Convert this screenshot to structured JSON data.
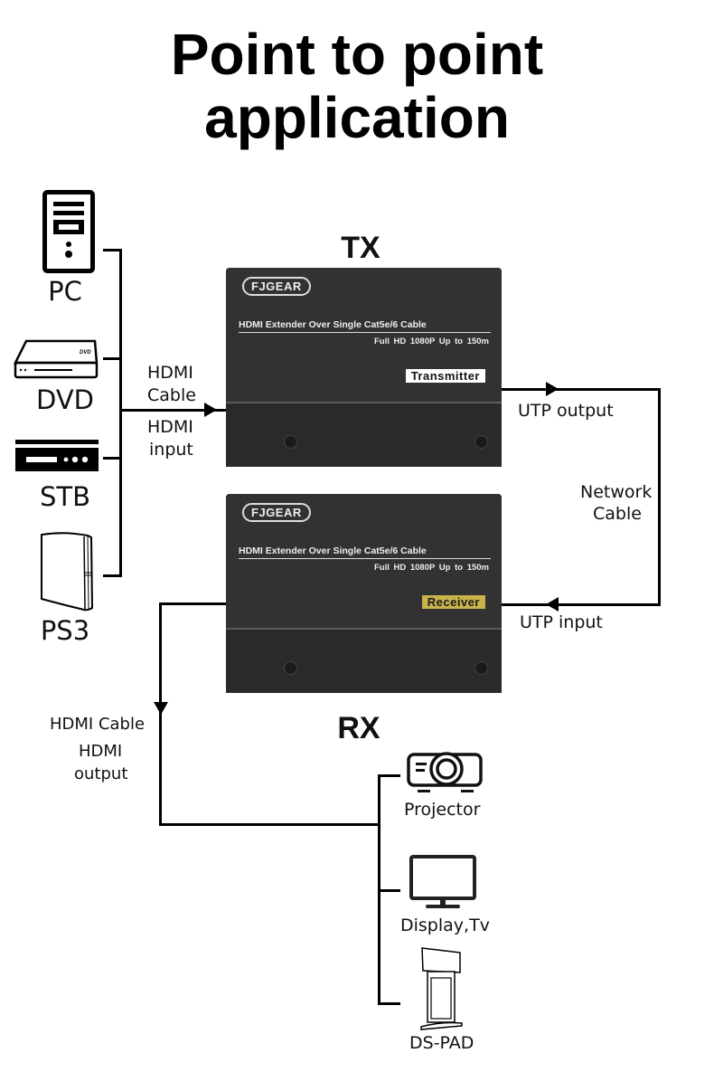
{
  "title": {
    "line1": "Point to point",
    "line2": "application"
  },
  "sections": {
    "tx": "TX",
    "rx": "RX"
  },
  "sources": [
    {
      "label": "PC",
      "icon": "pc-tower-icon"
    },
    {
      "label": "DVD",
      "icon": "dvd-player-icon"
    },
    {
      "label": "STB",
      "icon": "set-top-box-icon"
    },
    {
      "label": "PS3",
      "icon": "ps3-console-icon"
    }
  ],
  "displays": [
    {
      "label": "Projector",
      "icon": "projector-icon"
    },
    {
      "label": "Display,Tv",
      "icon": "monitor-icon"
    },
    {
      "label": "DS-PAD",
      "icon": "kiosk-stand-icon"
    }
  ],
  "transmitter": {
    "brand": "FJGEAR",
    "description": "HDMI  Extender  Over Single Cat5e/6 Cable",
    "spec": "Full HD 1080P    Up to 150m",
    "badge": "Transmitter",
    "badge_bg": "#ffffff",
    "badge_fg": "#111111"
  },
  "receiver": {
    "brand": "FJGEAR",
    "description": "HDMI  Extender  Over Single Cat5e/6 Cable",
    "spec": "Full HD 1080P    Up to 150m",
    "badge": "Receiver",
    "badge_bg": "#c9b24a",
    "badge_fg": "#1a1a1a"
  },
  "connections": {
    "hdmi_cable_in_line1": "HDMI",
    "hdmi_cable_in_line2": "Cable",
    "hdmi_input_line1": "HDMI",
    "hdmi_input_line2": "input",
    "utp_output": "UTP output",
    "network_cable_line1": "Network",
    "network_cable_line2": "Cable",
    "utp_input": "UTP input",
    "hdmi_cable_out": "HDMI Cable",
    "hdmi_output_line1": "HDMI",
    "hdmi_output_line2": "output"
  }
}
